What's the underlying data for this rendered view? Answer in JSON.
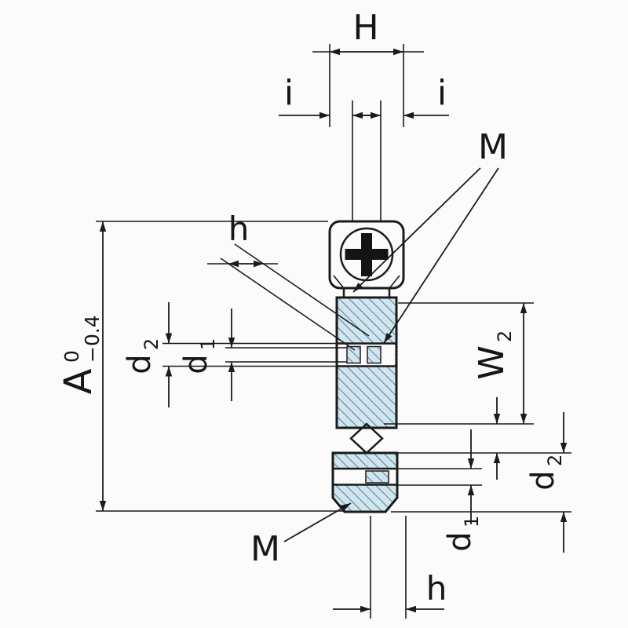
{
  "drawing": {
    "colors": {
      "part_fill": "#cde6f2",
      "slot_fill": "#141414",
      "line": "#1b1b1b",
      "background": "#fbfbfb"
    },
    "dimensions": {
      "H": "H",
      "i_left": "i",
      "i_right": "i",
      "thread_top": "M",
      "thread_bottom": "M",
      "slot_width_top": "h",
      "slot_width_bottom": "h",
      "height_A": {
        "base": "A",
        "tol_upper": "0",
        "tol_lower": "−0.4"
      },
      "W2": {
        "base": "W",
        "sub": "2"
      },
      "d2_left": {
        "base": "d",
        "sub": "2"
      },
      "d1_left": {
        "base": "d",
        "sub": "1"
      },
      "d2_right": {
        "base": "d",
        "sub": "2"
      },
      "d1_right": {
        "base": "d",
        "sub": "1"
      }
    }
  }
}
